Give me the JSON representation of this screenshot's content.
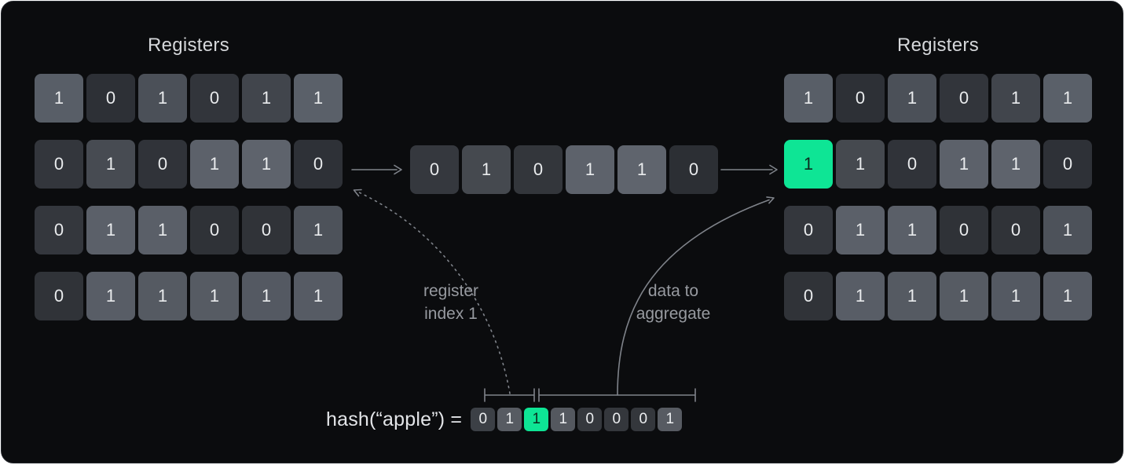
{
  "colors": {
    "background": "#0b0c0e",
    "border": "#26292e",
    "title": "#d5d7da",
    "label": "#979aa0",
    "arrow": "#7f838a",
    "accent_green": "#0ee595",
    "green_text": "#0c2a1e",
    "cell_text": "#e9ebed"
  },
  "left_panel": {
    "title": "Registers",
    "rows": [
      [
        {
          "v": "1",
          "bg": "#585e67"
        },
        {
          "v": "0",
          "bg": "#2d3036"
        },
        {
          "v": "1",
          "bg": "#4b5058"
        },
        {
          "v": "0",
          "bg": "#32353b"
        },
        {
          "v": "1",
          "bg": "#41454c"
        },
        {
          "v": "1",
          "bg": "#5a6069"
        }
      ],
      [
        {
          "v": "0",
          "bg": "#33363c"
        },
        {
          "v": "1",
          "bg": "#474b52"
        },
        {
          "v": "0",
          "bg": "#303339"
        },
        {
          "v": "1",
          "bg": "#5c616a"
        },
        {
          "v": "1",
          "bg": "#5e636c"
        },
        {
          "v": "0",
          "bg": "#2e3137"
        }
      ],
      [
        {
          "v": "0",
          "bg": "#34373d"
        },
        {
          "v": "1",
          "bg": "#5b6069"
        },
        {
          "v": "1",
          "bg": "#5a5f68"
        },
        {
          "v": "0",
          "bg": "#2f3237"
        },
        {
          "v": "0",
          "bg": "#303338"
        },
        {
          "v": "1",
          "bg": "#4d525a"
        }
      ],
      [
        {
          "v": "0",
          "bg": "#303338"
        },
        {
          "v": "1",
          "bg": "#585d66"
        },
        {
          "v": "1",
          "bg": "#555a62"
        },
        {
          "v": "1",
          "bg": "#565b63"
        },
        {
          "v": "1",
          "bg": "#545962"
        },
        {
          "v": "1",
          "bg": "#565b64"
        }
      ]
    ]
  },
  "middle_row": {
    "cells": [
      {
        "v": "0",
        "bg": "#35383e"
      },
      {
        "v": "1",
        "bg": "#45494f"
      },
      {
        "v": "0",
        "bg": "#33363b"
      },
      {
        "v": "1",
        "bg": "#5d626b"
      },
      {
        "v": "1",
        "bg": "#5f646d"
      },
      {
        "v": "0",
        "bg": "#2c2f34"
      }
    ]
  },
  "right_panel": {
    "title": "Registers",
    "rows": [
      [
        {
          "v": "1",
          "bg": "#585e67"
        },
        {
          "v": "0",
          "bg": "#2d3036"
        },
        {
          "v": "1",
          "bg": "#4b5058"
        },
        {
          "v": "0",
          "bg": "#32353b"
        },
        {
          "v": "1",
          "bg": "#41454c"
        },
        {
          "v": "1",
          "bg": "#5a6069"
        }
      ],
      [
        {
          "v": "1",
          "bg": "#0ee595",
          "fg": "#0c2a1e"
        },
        {
          "v": "1",
          "bg": "#45494f"
        },
        {
          "v": "0",
          "bg": "#303339"
        },
        {
          "v": "1",
          "bg": "#5c616a"
        },
        {
          "v": "1",
          "bg": "#5e636c"
        },
        {
          "v": "0",
          "bg": "#2e3137"
        }
      ],
      [
        {
          "v": "0",
          "bg": "#34373d"
        },
        {
          "v": "1",
          "bg": "#5b6069"
        },
        {
          "v": "1",
          "bg": "#5a5f68"
        },
        {
          "v": "0",
          "bg": "#2f3237"
        },
        {
          "v": "0",
          "bg": "#303338"
        },
        {
          "v": "1",
          "bg": "#4d525a"
        }
      ],
      [
        {
          "v": "0",
          "bg": "#303338"
        },
        {
          "v": "1",
          "bg": "#585d66"
        },
        {
          "v": "1",
          "bg": "#555a62"
        },
        {
          "v": "1",
          "bg": "#565b63"
        },
        {
          "v": "1",
          "bg": "#545962"
        },
        {
          "v": "1",
          "bg": "#565b64"
        }
      ]
    ]
  },
  "labels": {
    "register_index": {
      "line1": "register",
      "line2": "index 1"
    },
    "data_to_aggregate": {
      "line1": "data to",
      "line2": "aggregate"
    }
  },
  "hash": {
    "label": "hash(“apple”) =",
    "bits": [
      {
        "v": "0",
        "bg": "#3c4046"
      },
      {
        "v": "1",
        "bg": "#575b62"
      },
      {
        "v": "1",
        "bg": "#0ee595",
        "fg": "#0c2a1e"
      },
      {
        "v": "1",
        "bg": "#54585f"
      },
      {
        "v": "0",
        "bg": "#35383d"
      },
      {
        "v": "0",
        "bg": "#34373c"
      },
      {
        "v": "0",
        "bg": "#34373c"
      },
      {
        "v": "1",
        "bg": "#575b62"
      }
    ]
  }
}
